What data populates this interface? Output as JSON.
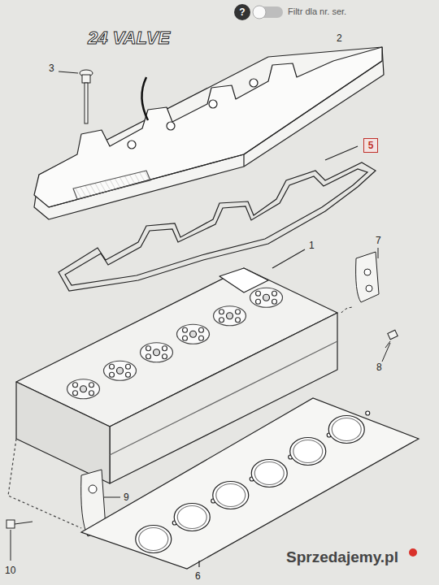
{
  "diagram": {
    "nodes": [
      {
        "text": [
          "?"
        ]
      },
      {
        "text": [
          "5"
        ]
      }
    ],
    "labels": [
      "Filtr dla nr. ser.",
      "24 VALVE",
      "2",
      "3",
      "1",
      "7",
      "8",
      "9",
      "6",
      "10",
      "Sprzedajemy.pl"
    ]
  }
}
